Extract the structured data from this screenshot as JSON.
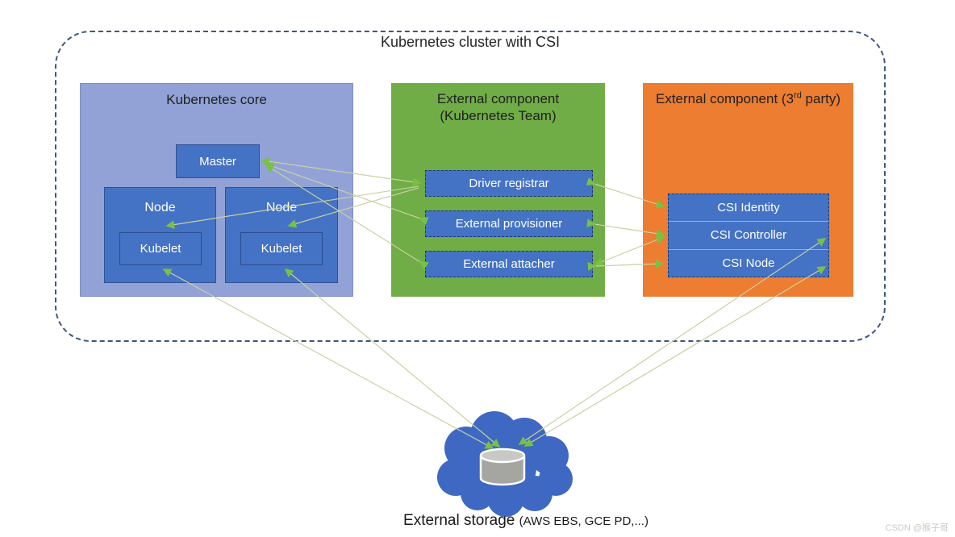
{
  "diagram": {
    "title": "Kubernetes cluster with CSI",
    "core": {
      "title": "Kubernetes core",
      "master": "Master",
      "nodes": [
        {
          "label": "Node",
          "kubelet": "Kubelet"
        },
        {
          "label": "Node",
          "kubelet": "Kubelet"
        }
      ]
    },
    "k8s_team": {
      "title_line1": "External component",
      "title_line2": "(Kubernetes Team)",
      "components": [
        "Driver registrar",
        "External provisioner",
        "External attacher"
      ]
    },
    "third_party": {
      "title_pre": "External component (3",
      "title_sup": "rd",
      "title_post": " party)",
      "components": [
        "CSI Identity",
        "CSI Controller",
        "CSI Node"
      ]
    },
    "storage": {
      "label": "External storage ",
      "detail": "(AWS EBS, GCE PD,...)"
    },
    "watermark": "CSDN @猴子哥",
    "colors": {
      "core_fill": "#92a2d6",
      "component_blue": "#4472c4",
      "green": "#70ad47",
      "orange": "#ed7d31",
      "connector_line": "#c9d1a3",
      "arrowhead": "#79c142",
      "cluster_border": "#3f5778",
      "cloud": "#3e68c2",
      "cylinder": "#a5a5a1"
    },
    "connections": [
      {
        "from": "Master",
        "to": "Driver registrar",
        "bidirectional": true
      },
      {
        "from": "External provisioner",
        "to": "Master",
        "bidirectional": false
      },
      {
        "from": "External attacher",
        "to": "Master",
        "bidirectional": false
      },
      {
        "from": "Driver registrar",
        "to": "Kubelet (node 1)",
        "bidirectional": false
      },
      {
        "from": "Driver registrar",
        "to": "Kubelet (node 2)",
        "bidirectional": false
      },
      {
        "from": "Kubelet (node 1)",
        "to": "External storage",
        "bidirectional": true
      },
      {
        "from": "Kubelet (node 2)",
        "to": "External storage",
        "bidirectional": true
      },
      {
        "from": "Driver registrar",
        "to": "CSI Identity",
        "bidirectional": false
      },
      {
        "from": "External provisioner",
        "to": "CSI Controller",
        "bidirectional": false
      },
      {
        "from": "External attacher",
        "to": "CSI Controller",
        "bidirectional": true
      },
      {
        "from": "External attacher",
        "to": "CSI Node",
        "bidirectional": false
      },
      {
        "from": "CSI Controller",
        "to": "External storage",
        "bidirectional": true
      },
      {
        "from": "CSI Node",
        "to": "External storage",
        "bidirectional": true
      }
    ]
  }
}
